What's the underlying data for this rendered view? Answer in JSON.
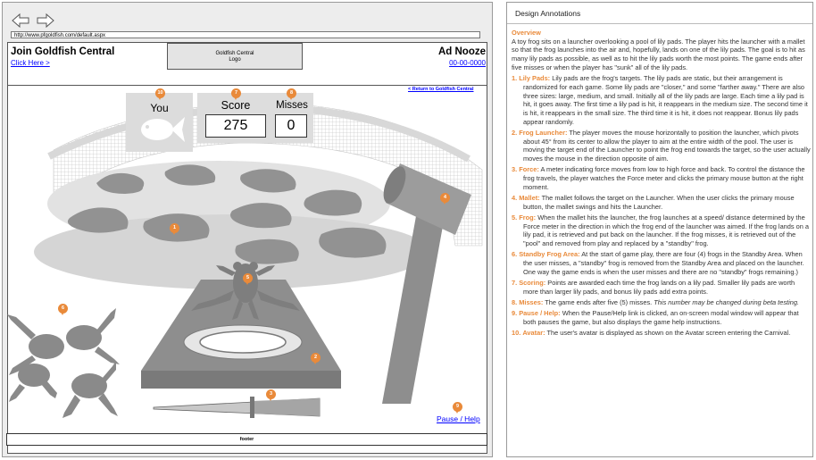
{
  "browser": {
    "url": "http://www.pfgoldfish.com/default.aspx",
    "back_icon": "arrow-left-icon",
    "forward_icon": "arrow-right-icon"
  },
  "header": {
    "site_title": "Join Goldfish Central",
    "click_link": "Click Here >",
    "logo_line1": "Goldfish Central",
    "logo_line2": "Logo",
    "ad_title": "Ad Nooze",
    "ad_link": "00-00-0000",
    "return_link": "< Return to Goldfish Central"
  },
  "game": {
    "you_label": "You",
    "score_label": "Score",
    "score_value": "275",
    "misses_label": "Misses",
    "misses_value": "0",
    "pause_help": "Pause / Help",
    "footer": "footer",
    "markers": [
      "1",
      "2",
      "3",
      "4",
      "5",
      "6",
      "7",
      "8",
      "9",
      "10"
    ]
  },
  "annotations": {
    "title": "Design Annotations",
    "overview_title": "Overview",
    "overview_text": "A toy frog sits on a launcher overlooking a pool of lily pads. The player hits the launcher with a mallet so that the frog launches into the air and, hopefully, lands on one of the lily pads. The goal is to hit as many lily pads as possible, as well as to hit the lily pads worth the most points. The game ends after five misses or when the player has \"sunk\" all of the lily pads.",
    "items": [
      {
        "num": "1.",
        "title": "Lily Pads:",
        "text": "Lily pads are the frog's targets. The lily pads are static, but their arrangement is randomized for each game. Some lily pads are \"closer,\" and some \"farther away.\" There are also three sizes: large, medium, and small. Initially all of the lily pads are large. Each time a lily pad is hit, it goes away. The first time a lily pad is hit, it reappears in the medium size. The second time it is hit, it reappears in the small size. The third time it is hit, it does not reappear. Bonus lily pads appear randomly.",
        "emph": ""
      },
      {
        "num": "2.",
        "title": "Frog Launcher:",
        "text": "The player moves the mouse horizontally to position the launcher, which pivots about 45° from its center to allow the player to aim at the entire width of the pool. The user is moving the target end of the Launcher to point the frog end towards the target, so the user actually moves the mouse in the direction opposite of aim.",
        "emph": ""
      },
      {
        "num": "3.",
        "title": "Force:",
        "text": "A meter indicating force moves from low to high force and back. To control the distance the frog travels, the player watches the Force meter and clicks the primary mouse button at the right moment.",
        "emph": ""
      },
      {
        "num": "4.",
        "title": "Mallet:",
        "text": "The mallet follows the target on the Launcher. When the user clicks the primary mouse button, the mallet swings and hits the Launcher.",
        "emph": ""
      },
      {
        "num": "5.",
        "title": "Frog:",
        "text": "When the mallet hits the launcher, the frog launches at a speed/ distance determined by the Force meter in the direction in which the frog end of the launcher was aimed. If the frog lands on a lily pad, it is retrieved and put back on the launcher. If the frog misses, it is retrieved out of the \"pool\" and removed from play and replaced by a \"standby\" frog.",
        "emph": ""
      },
      {
        "num": "6.",
        "title": "Standby Frog Area:",
        "text": "At the start of game play, there are four (4) frogs in the Standby Area. When the user misses, a \"standby\" frog is removed from the Standby Area and placed on the launcher. One way the game ends is when the user misses and there are no \"standby\" frogs remaining.)",
        "emph": ""
      },
      {
        "num": "7.",
        "title": "Scoring:",
        "text": "Points are awarded each time the frog lands on a lily pad. Smaller lily pads are worth more than larger lily pads, and bonus lily pads add extra points.",
        "emph": ""
      },
      {
        "num": "8.",
        "title": "Misses:",
        "text": "The game ends after five (5) misses.",
        "emph": "This number may be changed during beta testing."
      },
      {
        "num": "9.",
        "title": "Pause / Help:",
        "text": "When the Pause/Help link is clicked, an on-screen modal window will appear that both pauses the game, but also displays the game help instructions.",
        "emph": ""
      },
      {
        "num": "10.",
        "title": "Avatar:",
        "text": "The user's avatar is displayed as shown on the Avatar screen entering the Carnival.",
        "emph": ""
      }
    ]
  },
  "colors": {
    "marker": "#e98a3a",
    "pad": "#8f8f8f",
    "pool": "#e0e0e0",
    "link": "#0000ff"
  }
}
